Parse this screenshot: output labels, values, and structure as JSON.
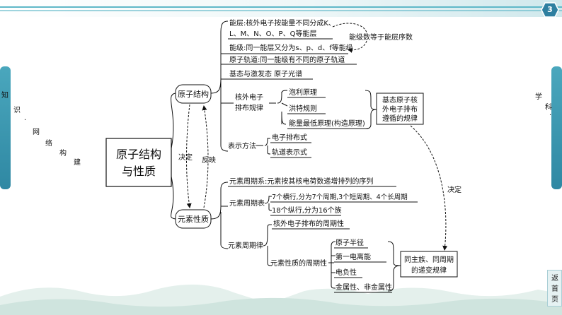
{
  "page_badge": "3",
  "left_tab_title": [
    "知",
    "识",
    "·",
    "网",
    "络",
    "构",
    "建"
  ],
  "right_tab_title": [
    "学",
    "科",
    "·"
  ],
  "back_button": [
    "返",
    "首",
    "页"
  ],
  "center_node": [
    "原子结构",
    "与性质"
  ],
  "relation": {
    "decide": "决定",
    "reflect": "反映"
  },
  "atom_structure": {
    "title": "原子结构",
    "energy_layer": [
      "能层:核外电子按能量不同分成K、",
      "L、M、N、O、P、Q等能层"
    ],
    "sublevel": "能级:同一能层又分为s、p、d、f等能级",
    "layer_note": "能级数等于能层序数",
    "orbital": "原子轨道:同一能级有不同的原子轨道",
    "ground_state": "基态与激发态  原子光谱",
    "arrangement_label": [
      "核外电子",
      "排布规律"
    ],
    "rules": [
      "泡利原理",
      "洪特规则",
      "能量最低原理(构造原理)"
    ],
    "rules_box": [
      "基态原子核",
      "外电子排布",
      "遵循的规律"
    ],
    "representation_label": "表示方法",
    "representations": [
      "电子排布式",
      "轨道表示式"
    ]
  },
  "element_properties": {
    "title": "元素性质",
    "periodic_law_system": "元素周期系:元素按其核电荷数递增排列的序列",
    "periodic_table_label": "元素周期表",
    "periodic_table": [
      "7个横行,分为7个周期,3个短周期、4个长周期",
      "18个纵行,分为16个族"
    ],
    "periodic_law_label": "元素周期律",
    "periodicity_electron": "核外电子排布的周期性",
    "property_periodicity_label": "元素性质的周期性",
    "properties": [
      "原子半径",
      "第一电离能",
      "电负性",
      "金属性、非金属性"
    ],
    "trend_box": [
      "同主族、同周期",
      "的递变规律"
    ],
    "decide_label": "决定"
  },
  "colors": {
    "accent": "#3a9bb5",
    "line": "#222222",
    "badge": "#2e7fa0"
  }
}
